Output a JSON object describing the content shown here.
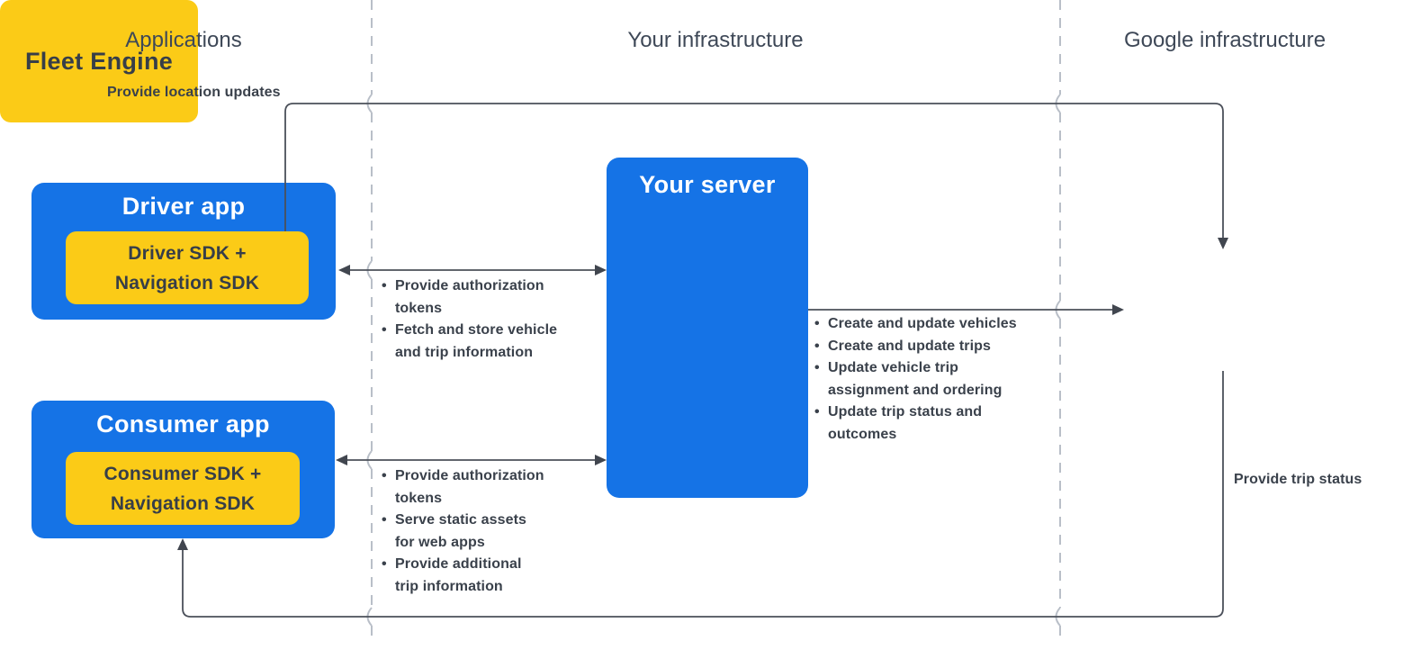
{
  "columns": {
    "applications": "Applications",
    "your_infrastructure": "Your infrastructure",
    "google_infrastructure": "Google infrastructure"
  },
  "nodes": {
    "driver_app": {
      "title": "Driver app",
      "sdk": "Driver SDK +\nNavigation SDK"
    },
    "consumer_app": {
      "title": "Consumer app",
      "sdk": "Consumer SDK +\nNavigation SDK"
    },
    "your_server": {
      "title": "Your server"
    },
    "fleet_engine": {
      "title": "Fleet Engine"
    }
  },
  "edges": {
    "location_updates": {
      "label": "Provide location updates"
    },
    "trip_status": {
      "label": "Provide trip status"
    },
    "driver_server": {
      "bullet": "•",
      "items": [
        "Provide authorization\ntokens",
        "Fetch and store vehicle\nand trip information"
      ]
    },
    "server_fleet": {
      "bullet": "•",
      "items": [
        "Create and update vehicles",
        "Create and update trips",
        "Update vehicle trip\nassignment and ordering",
        "Update trip status and\noutcomes"
      ]
    },
    "consumer_server": {
      "bullet": "•",
      "items": [
        "Provide authorization\ntokens",
        "Serve static assets\nfor web apps",
        "Provide additional\ntrip information"
      ]
    }
  },
  "colors": {
    "node_blue": "#1573e6",
    "node_yellow": "#fbcb17",
    "wire": "#4b505a",
    "divider": "#b9bfc8",
    "heading_text": "#3e4857",
    "label_text": "#3a414b",
    "dark_text_on_yellow": "#373e48"
  }
}
